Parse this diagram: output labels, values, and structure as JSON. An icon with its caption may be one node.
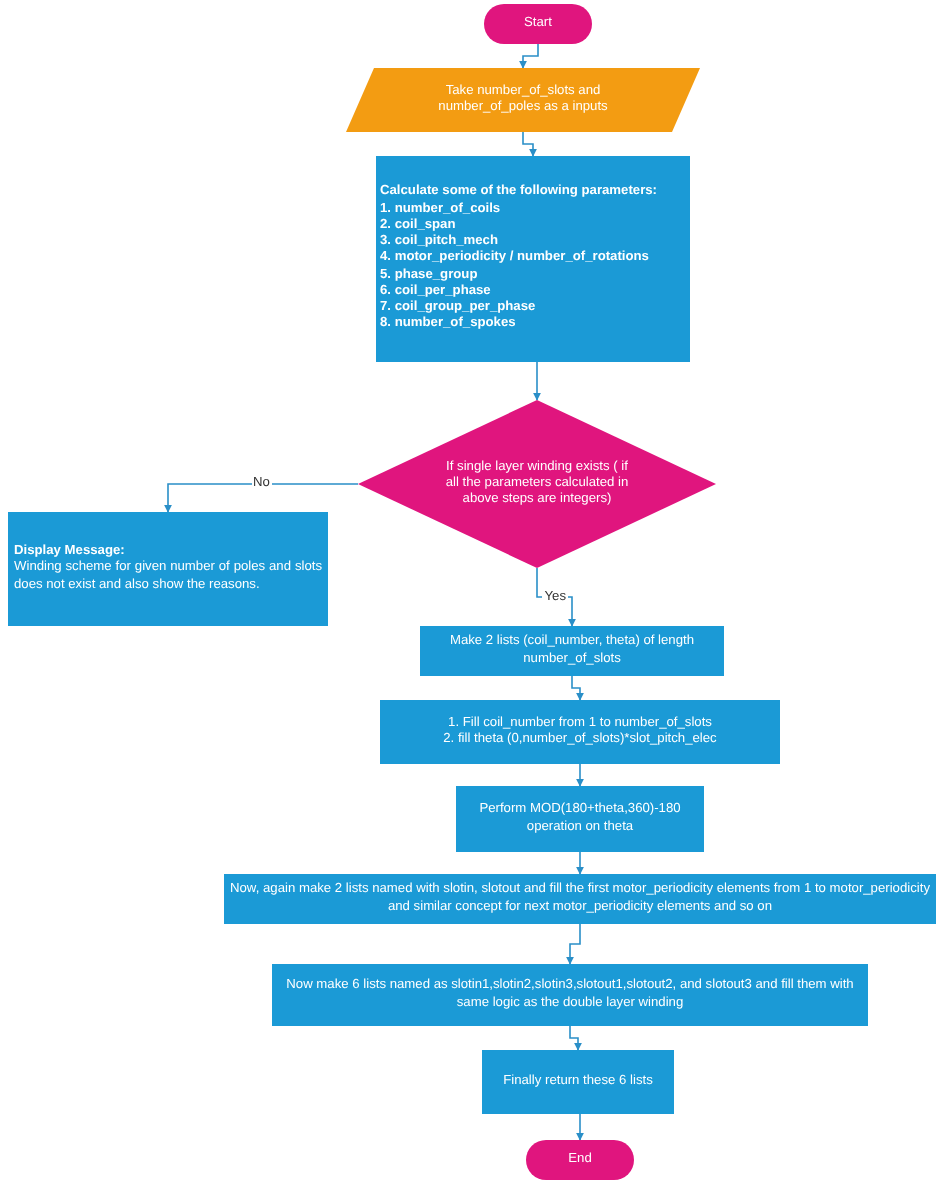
{
  "diagram": {
    "nodes": [
      {
        "text": [
          "Start"
        ]
      },
      {
        "text": [
          "Take number_of_slots and number_of_poles as a inputs"
        ]
      },
      {
        "text": [
          "Calculate some of the following parameters:",
          "1. number_of_coils",
          "2. coil_span",
          "3. coil_pitch_mech",
          "4. motor_periodicity / number_of_rotations",
          "5. phase_group",
          "6. coil_per_phase",
          "7. coil_group_per_phase",
          "8. number_of_spokes"
        ]
      },
      {
        "text": [
          "If single layer winding exists ( if all the parameters calculated in above steps are integers)"
        ]
      },
      {
        "text": [
          "Display Message:",
          "Winding scheme for given number of poles and slots does not exist and also show the reasons."
        ]
      },
      {
        "text": [
          "Make 2 lists (coil_number, theta) of length number_of_slots"
        ]
      },
      {
        "text": [
          "1. Fill coil_number from 1 to number_of_slots",
          "2. fill theta (0,number_of_slots)*slot_pitch_elec"
        ]
      },
      {
        "text": [
          "Perform MOD(180+theta,360)-180 operation on theta"
        ]
      },
      {
        "text": [
          "Now, again make 2 lists named with slotin, slotout and fill the first motor_periodicity elements from 1 to motor_periodicity and similar concept for next motor_periodicity elements and so on"
        ]
      },
      {
        "text": [
          "Now make 6 lists named as slotin1,slotin2,slotin3,slotout1,slotout2, and slotout3 and fill them with same logic as the double layer winding"
        ]
      },
      {
        "text": [
          "Finally return these 6 lists"
        ]
      },
      {
        "text": [
          "End"
        ]
      }
    ],
    "edges": [
      {
        "from": 0,
        "to": 1,
        "arrow": "to"
      },
      {
        "from": 1,
        "to": 2,
        "arrow": "to"
      },
      {
        "from": 2,
        "to": 3,
        "arrow": "to"
      },
      {
        "from": 3,
        "to": 4,
        "arrow": "to",
        "label": "No"
      },
      {
        "from": 3,
        "to": 5,
        "arrow": "to",
        "label": "Yes"
      },
      {
        "from": 5,
        "to": 6,
        "arrow": "to"
      },
      {
        "from": 6,
        "to": 7,
        "arrow": "to"
      },
      {
        "from": 7,
        "to": 8,
        "arrow": "to"
      },
      {
        "from": 8,
        "to": 9,
        "arrow": "to"
      },
      {
        "from": 9,
        "to": 10,
        "arrow": "to"
      },
      {
        "from": 10,
        "to": 11,
        "arrow": "to"
      }
    ]
  }
}
